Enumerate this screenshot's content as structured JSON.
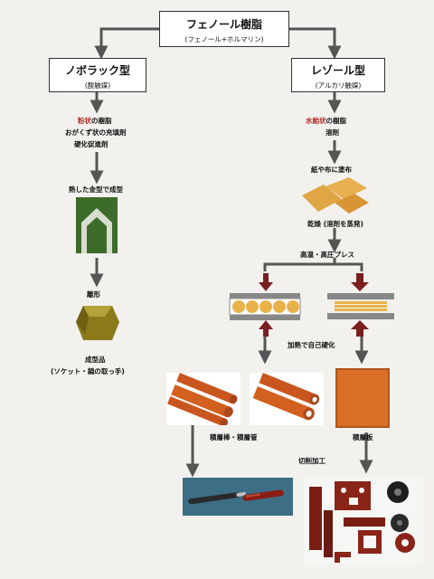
{
  "colors": {
    "arrow": "#555555",
    "accent_red": "#b3261e",
    "green": "#3d6b2a",
    "olive": "#8a7a1a",
    "orange_wood": "#d2601e",
    "laminate": "#d96f26",
    "dark_red_arrow": "#7a1e1e",
    "press_gray": "#888888"
  },
  "root": {
    "title": "フェノール樹脂",
    "subtitle": "(フェノール+ホルマリン)"
  },
  "left": {
    "title": "ノボラック型",
    "subtitle": "(酸触媒)",
    "comp_line1_red": "粉状",
    "comp_line1_rest": "の樹脂",
    "comp_line2": "おがくず状の充填剤",
    "comp_line3": "硬化促進剤",
    "step_mold": "熱した金型で成型",
    "step_shape": "離形",
    "product_line1": "成型品",
    "product_line2": "(ソケット・鍋の取っ手)"
  },
  "right": {
    "title": "レゾール型",
    "subtitle": "(アルカリ触媒)",
    "comp_line1_red": "水飴状",
    "comp_line1_rest": "の樹脂",
    "comp_line2": "溶剤",
    "step_coat": "紙や布に塗布",
    "step_dry": "乾燥 (溶剤を蒸発)",
    "step_press": "高温・高圧プレス",
    "step_cure": "加熱で自己硬化",
    "product_rod": "積層棒・積層管",
    "product_plate": "積層板",
    "step_cut": "切削加工"
  }
}
